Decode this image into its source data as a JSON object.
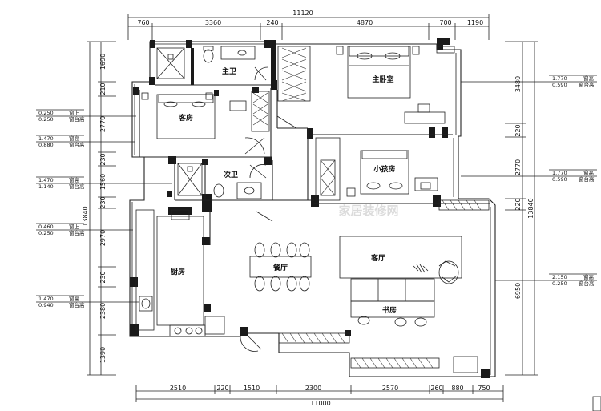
{
  "dimensions": {
    "top_total": "11120",
    "top_segments": [
      "760",
      "3360",
      "240",
      "4870",
      "700",
      "1190"
    ],
    "bottom_total": "11000",
    "bottom_segments": [
      "2510",
      "220",
      "1510",
      "2300",
      "2570",
      "260",
      "880",
      "750"
    ],
    "left_total": "13840",
    "left_segments": [
      "1690",
      "210",
      "2770",
      "230",
      "1560",
      "230",
      "2970",
      "230",
      "2380",
      "1390"
    ],
    "right_total": "13840",
    "right_segments": [
      "3480",
      "220",
      "2770",
      "220",
      "6950"
    ]
  },
  "rooms": {
    "master_bath": "主卫",
    "master_bedroom": "主卧室",
    "guest_room": "客房",
    "second_bath": "次卫",
    "kids_room": "小孩房",
    "kitchen": "厨房",
    "dining": "餐厅",
    "living": "客厅",
    "study": "书房"
  },
  "callouts": {
    "left": [
      {
        "v1": "0.250",
        "l1": "窗上",
        "v2": "0.250",
        "l2": "窗台高"
      },
      {
        "v1": "1.470",
        "l1": "窗高",
        "v2": "0.880",
        "l2": "窗台高"
      },
      {
        "v1": "1.470",
        "l1": "窗高",
        "v2": "1.140",
        "l2": "窗台高"
      },
      {
        "v1": "0.460",
        "l1": "窗上",
        "v2": "0.250",
        "l2": "窗台高"
      },
      {
        "v1": "1.470",
        "l1": "窗高",
        "v2": "0.940",
        "l2": "窗台高"
      }
    ],
    "right": [
      {
        "v1": "1.770",
        "l1": "窗高",
        "v2": "0.590",
        "l2": "窗台高"
      },
      {
        "v1": "1.770",
        "l1": "窗高",
        "v2": "0.590",
        "l2": "窗台高"
      },
      {
        "v1": "2.150",
        "l1": "窗高",
        "v2": "0.250",
        "l2": "窗台高"
      }
    ]
  },
  "watermark": "家居装修网"
}
